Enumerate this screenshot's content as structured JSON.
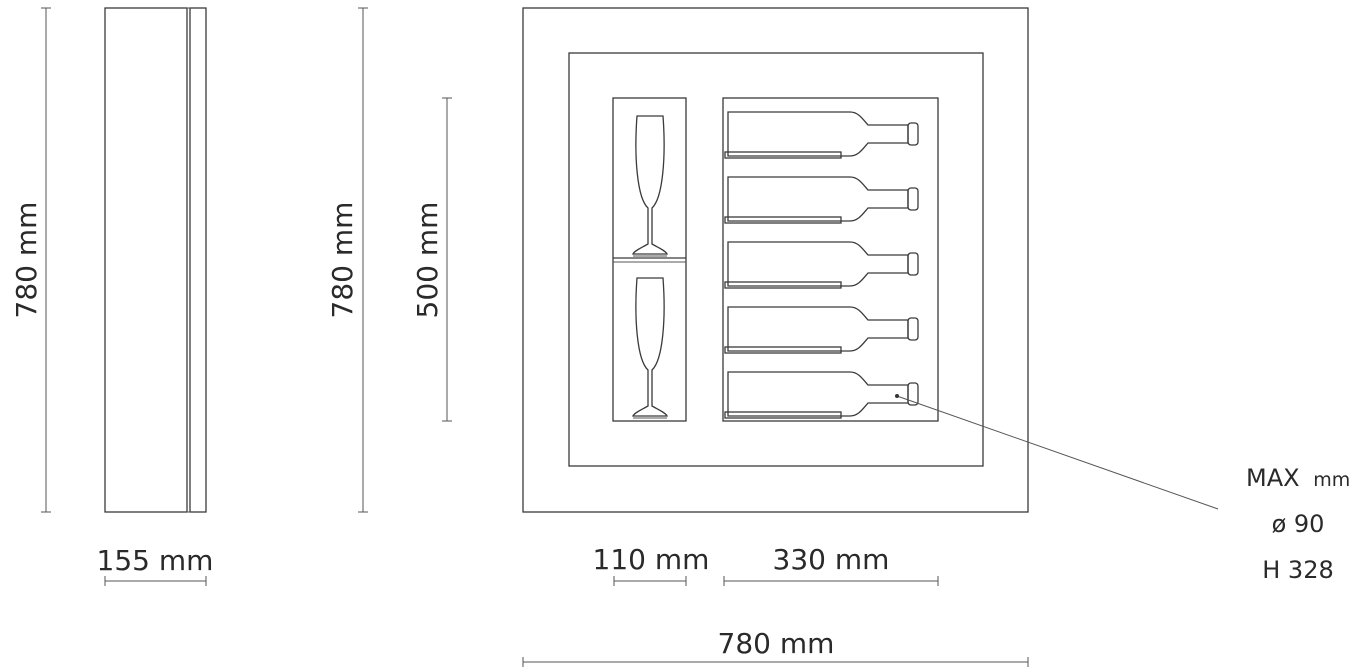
{
  "dimensions": {
    "side_height": "780 mm",
    "side_depth": "155 mm",
    "front_height": "780 mm",
    "inner_height": "500 mm",
    "glass_compartment_width": "110 mm",
    "bottle_compartment_width": "330 mm",
    "front_width": "780 mm"
  },
  "bottle_note": {
    "max_label": "MAX",
    "unit": "mm",
    "diameter": "ø 90",
    "height": "H 328"
  }
}
